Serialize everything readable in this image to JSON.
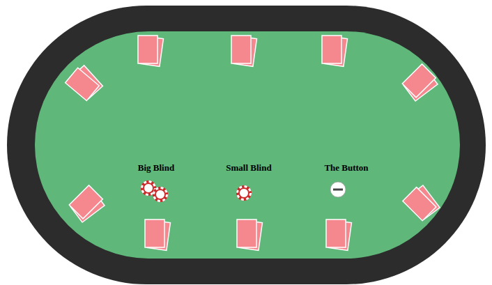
{
  "diagram": {
    "labels": [
      "Big Blind",
      "Small Blind",
      "The Button"
    ]
  }
}
